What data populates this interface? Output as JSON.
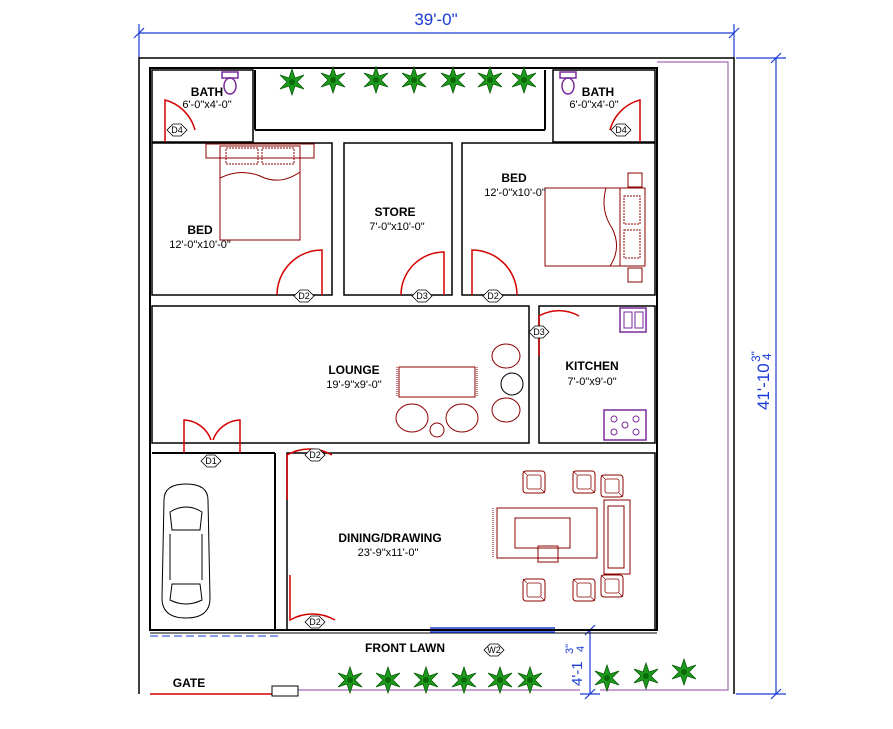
{
  "dimensions": {
    "width_total": "39'-0\"",
    "depth_total_main": "41'-10",
    "depth_total_frac": "3\"",
    "depth_total_den": "4",
    "lawn_depth_main": "4'-1",
    "lawn_depth_frac": "3\"",
    "lawn_depth_den": "4"
  },
  "rooms": {
    "bath_left": {
      "name": "BATH",
      "size": "6'-0\"x4'-0\""
    },
    "bath_right": {
      "name": "BATH",
      "size": "6'-0\"x4'-0\""
    },
    "bed_left": {
      "name": "BED",
      "size": "12'-0\"x10'-0\""
    },
    "store": {
      "name": "STORE",
      "size": "7'-0\"x10'-0\""
    },
    "bed_right": {
      "name": "BED",
      "size": "12'-0\"x10'-0\""
    },
    "lounge": {
      "name": "LOUNGE",
      "size": "19'-9\"x9'-0\""
    },
    "kitchen": {
      "name": "KITCHEN",
      "size": "7'-0\"x9'-0\""
    },
    "dining": {
      "name": "DINING/DRAWING",
      "size": "23'-9\"x11'-0\""
    },
    "front_lawn": {
      "name": "FRONT LAWN"
    },
    "gate": {
      "name": "GATE"
    }
  },
  "door_tags": {
    "d4_left": "D4",
    "d4_right": "D4",
    "d2_bed_left": "D2",
    "d3_store": "D3",
    "d2_bed_right": "D2",
    "d3_kitchen": "D3",
    "d1_garage": "D1",
    "d2_dining_top": "D2",
    "d2_dining_bottom": "D2",
    "w2_window": "W2"
  },
  "colors": {
    "walls": "#000000",
    "doors": "#d40000",
    "furniture": "#8b0000",
    "dimension": "#1a3bd6",
    "fixtures": "#7a2a9a",
    "plants": "#1c9a1c"
  }
}
